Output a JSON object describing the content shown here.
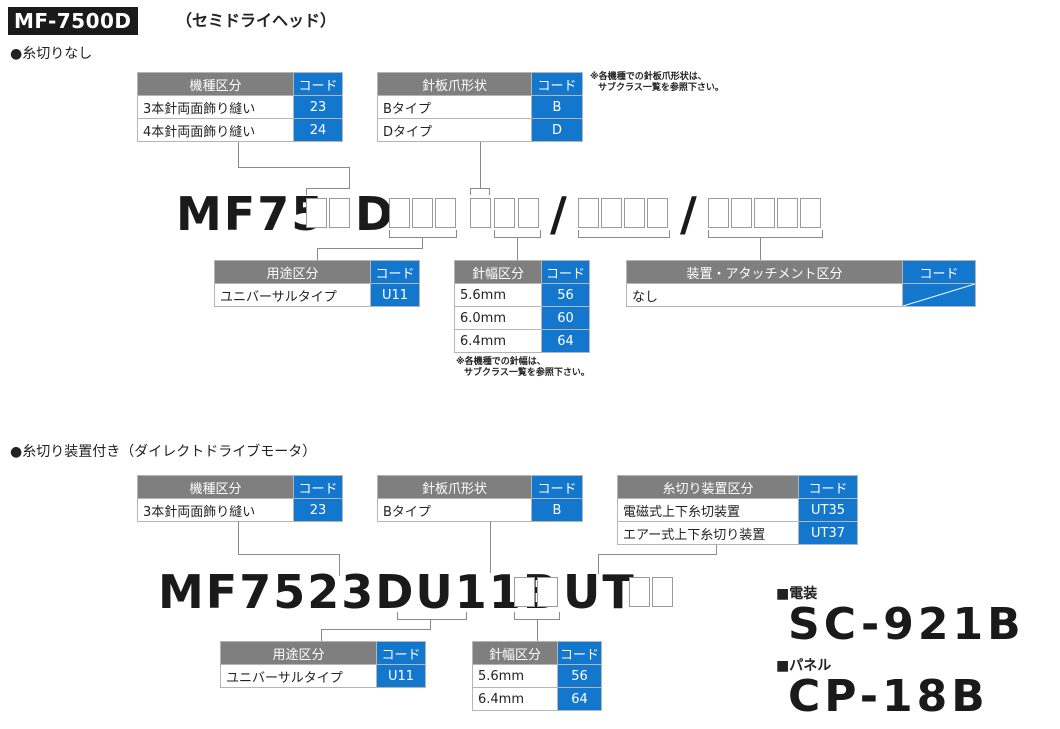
{
  "header": {
    "model": "MF-7500D",
    "subtitle": "（セミドライヘッド）"
  },
  "section1": {
    "label": "●糸切りなし",
    "model_prefix": "MF75",
    "model_d": "D",
    "slash": "/",
    "machine_table": {
      "col1": "機種区分",
      "col2": "コード",
      "rows": [
        {
          "name": "3本針両面飾り縫い",
          "code": "23"
        },
        {
          "name": "4本針両面飾り縫い",
          "code": "24"
        }
      ]
    },
    "claw_table": {
      "col1": "針板爪形状",
      "col2": "コード",
      "rows": [
        {
          "name": "Bタイプ",
          "code": "B"
        },
        {
          "name": "Dタイプ",
          "code": "D"
        }
      ]
    },
    "claw_note": [
      "※各機種での針板爪形状は、",
      "サブクラス一覧を参照下さい。"
    ],
    "usage_table": {
      "col1": "用途区分",
      "col2": "コード",
      "rows": [
        {
          "name": "ユニバーサルタイプ",
          "code": "U11"
        }
      ]
    },
    "width_table": {
      "col1": "針幅区分",
      "col2": "コード",
      "rows": [
        {
          "name": "5.6mm",
          "code": "56"
        },
        {
          "name": "6.0mm",
          "code": "60"
        },
        {
          "name": "6.4mm",
          "code": "64"
        }
      ]
    },
    "width_note": [
      "※各機種での針幅は、",
      "サブクラス一覧を参照下さい。"
    ],
    "device_table": {
      "col1": "装置・アタッチメント区分",
      "col2": "コード",
      "rows": [
        {
          "name": "なし",
          "code": ""
        }
      ]
    }
  },
  "section2": {
    "label": "●糸切り装置付き（ダイレクトドライブモータ）",
    "model_main": "MF7523DU11B",
    "model_ut": "UT",
    "machine_table": {
      "col1": "機種区分",
      "col2": "コード",
      "rows": [
        {
          "name": "3本針両面飾り縫い",
          "code": "23"
        }
      ]
    },
    "claw_table": {
      "col1": "針板爪形状",
      "col2": "コード",
      "rows": [
        {
          "name": "Bタイプ",
          "code": "B"
        }
      ]
    },
    "cutter_table": {
      "col1": "糸切り装置区分",
      "col2": "コード",
      "rows": [
        {
          "name": "電磁式上下糸切装置",
          "code": "UT35"
        },
        {
          "name": "エアー式上下糸切り装置",
          "code": "UT37"
        }
      ]
    },
    "usage_table": {
      "col1": "用途区分",
      "col2": "コード",
      "rows": [
        {
          "name": "ユニバーサルタイプ",
          "code": "U11"
        }
      ]
    },
    "width_table": {
      "col1": "針幅区分",
      "col2": "コード",
      "rows": [
        {
          "name": "5.6mm",
          "code": "56"
        },
        {
          "name": "6.4mm",
          "code": "64"
        }
      ]
    }
  },
  "extras": {
    "electrical_label": "■電装",
    "electrical_value": "SC-921B",
    "panel_label": "■パネル",
    "panel_value": "CP-18B"
  },
  "colors": {
    "code_blue": "#1277cd",
    "header_gray": "#7f7f7f",
    "title_black": "#1a1a1a"
  }
}
